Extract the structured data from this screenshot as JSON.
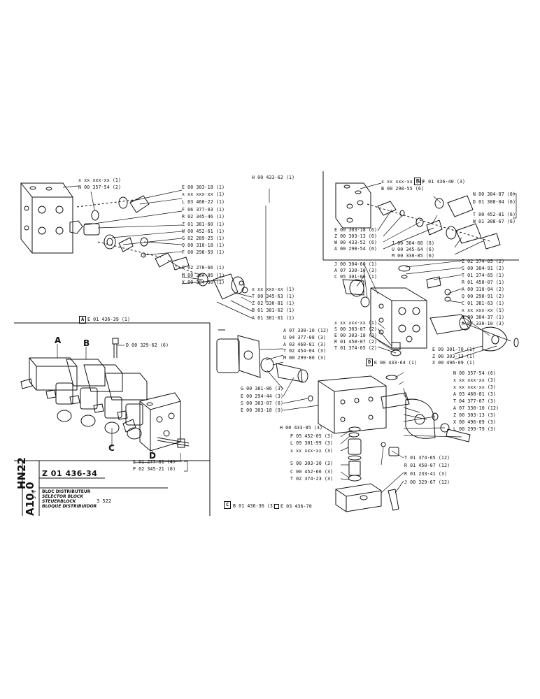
{
  "top_section": {
    "labels_left": [
      "x xx xxx-xx (1)",
      "N 00 357-54 (2)"
    ],
    "labels_center": [
      "H 00 433-62 (1)",
      "E 00 303-18 (1)",
      "x xx xxx-xx (1)",
      "L 03 460-22 (1)",
      "F 06 377-03 (1)",
      "R 02 345-46 (1)",
      "Z 01 381-60 (1)",
      "W 00 452-61 (1)",
      "G 02 289-25 (1)",
      "Q 00 310-18 (1)",
      "F 00 298-59 (1)",
      "F 02 278-66 (1)",
      "M 00 304-86 (1)",
      "X 00 304-50 (1)",
      "x xx xxx-xx (1)",
      "T 00 345-63 (1)",
      "Z 02 330-81 (1)",
      "B 01 381-62 (1)",
      "A 01 381-61 (1)"
    ],
    "box_A": {
      "letter": "A",
      "text": "E 01 436-39 (1)"
    }
  },
  "right_top": {
    "labels_upper": [
      "x xx xxx-xx (3)",
      "B 00 298-55 (6)"
    ],
    "box_B": {
      "letter": "B",
      "text": "F 01 436-40 (3)"
    },
    "labels_right": [
      "N 00 304-87 (6)",
      "D 01 308-04 (6)",
      "T 00 452-81 (6)",
      "W 01 308-67 (6)"
    ],
    "labels_middle": [
      "E 00 303-18 (6)",
      "Z 00 303-13 (6)",
      "W 00 433-52 (6)",
      "A 00 298-54 (6)",
      "J 00 304-60 (6)",
      "U 00 345-64 (6)",
      "M 00 330-85 (6)"
    ],
    "labels_mid_left": [
      "J 00 304-60 (1)",
      "A 07 330-10 (3)",
      "C 05 301-06 (1)"
    ],
    "labels_mid_right": [
      "Z 02 374-05 (2)",
      "S 00 304-91 (2)",
      "T 01 374-65 (1)",
      "R 01 450-07 (1)",
      "A 00 310-04 (2)",
      "Q 00 298-91 (2)",
      "C 01 381-63 (1)",
      "x xx xxx-xx (1)",
      "J 00 304-37 (1)",
      "A 07 330-10 (3)"
    ],
    "labels_lower_left": [
      "x xx xxx-xx (1)",
      "S 00 303-07 (2)",
      "E 00 303-18 (3)",
      "R 01 450-07 (2)",
      "T 01 374-65 (2)"
    ],
    "labels_lower_right": [
      "E 09 301-70 (1)",
      "Z 00 303-13 (1)",
      "X 00 496-09 (1)"
    ],
    "box_D": {
      "letter": "D",
      "text": "K 00 433-64 (1)"
    }
  },
  "left_bottom": {
    "screw_label": "D 00 329-62 (6)",
    "labels_bottom": [
      "S 01 277-81 (4)",
      "P 02 345-21 (8)"
    ],
    "letters": [
      "A",
      "B",
      "C",
      "D"
    ]
  },
  "center_bottom": {
    "labels_left": [
      "A 07 330-10 (12)",
      "U 04 377-08 (3)",
      "A 03 460-81 (3)",
      "T 02 454-04 (3)",
      "M 00 299-80 (3)",
      "G 00 381-86 (3)",
      "E 00 294-44 (3)",
      "S 00 303-07 (6)",
      "E 00 303-18 (9)"
    ],
    "labels_valve": [
      "H 00 433-85 (3)",
      "P 05 452-05 (3)",
      "L 09 301-99 (3)",
      "x xx xxx-xx (3)",
      "S 00 303-30 (3)",
      "C 00 452-66 (3)",
      "T 02 374-23 (3)"
    ],
    "labels_right": [
      "N 00 357-54 (6)",
      "x xx xxx-xx (3)",
      "x xx xxx-xx (3)",
      "A 03 460-81 (3)",
      "T 04 377-07 (3)",
      "A 07 330-10 (12)",
      "Z 00 303-13 (3)",
      "X 00 496-09 (3)",
      "L 00 299-79 (3)"
    ],
    "labels_bottom_right": [
      "T 01 374-65 (12)",
      "R 01 450-07 (12)",
      "R 01 233-41 (3)",
      "J 00 329-67 (12)"
    ],
    "box_C": {
      "letter": "C",
      "text": "B 01 436-36 (3)"
    },
    "note_c": "E 03 436-70"
  },
  "title_block": {
    "part_number": "Z 01 436-34",
    "lines": [
      "BLOC DISTRIBUTEUR",
      "SELECTOR BLOCK",
      "STEUERBLOCK",
      "BLOQUE DISTRIBUIDOR"
    ],
    "code": "3 522",
    "vertical_model": "HN22",
    "vertical_ref": "A10.0",
    "small_vertical": "3 %"
  }
}
